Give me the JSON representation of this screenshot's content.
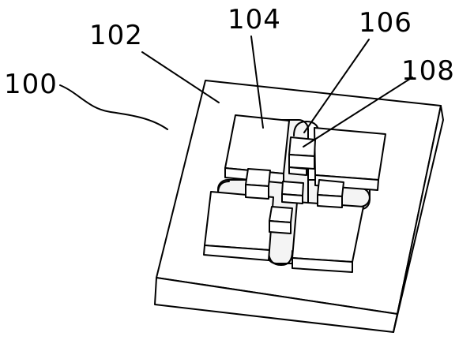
{
  "labels": {
    "device": "100",
    "substrate": "102",
    "pad": "104",
    "loop": "106",
    "block": "108"
  }
}
